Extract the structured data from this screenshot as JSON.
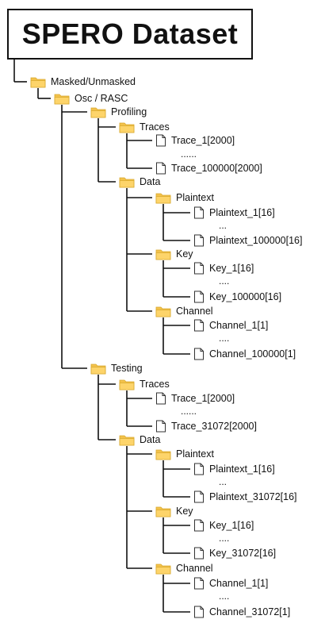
{
  "title": "SPERO Dataset",
  "colors": {
    "folder": "#fdd46a",
    "folder_tab": "#f3c24b",
    "folder_edge": "#d9a92e",
    "line": "#111111",
    "file_stroke": "#333333"
  },
  "tree": {
    "label": "Masked/Unmasked",
    "type": "folder",
    "children": [
      {
        "label": "Osc / RASC",
        "type": "folder",
        "children": [
          {
            "label": "Profiling",
            "type": "folder",
            "children": [
              {
                "label": "Traces",
                "type": "folder",
                "children": [
                  {
                    "label": "Trace_1[2000]",
                    "type": "file"
                  },
                  {
                    "type": "ellipsis",
                    "label": "......"
                  },
                  {
                    "label": "Trace_100000[2000]",
                    "type": "file"
                  }
                ]
              },
              {
                "label": "Data",
                "type": "folder",
                "children": [
                  {
                    "label": "Plaintext",
                    "type": "folder",
                    "children": [
                      {
                        "label": "Plaintext_1[16]",
                        "type": "file"
                      },
                      {
                        "type": "ellipsis",
                        "label": "..."
                      },
                      {
                        "label": "Plaintext_100000[16]",
                        "type": "file"
                      }
                    ]
                  },
                  {
                    "label": "Key",
                    "type": "folder",
                    "children": [
                      {
                        "label": "Key_1[16]",
                        "type": "file"
                      },
                      {
                        "type": "ellipsis",
                        "label": "...."
                      },
                      {
                        "label": "Key_100000[16]",
                        "type": "file"
                      }
                    ]
                  },
                  {
                    "label": "Channel",
                    "type": "folder",
                    "children": [
                      {
                        "label": "Channel_1[1]",
                        "type": "file"
                      },
                      {
                        "type": "ellipsis",
                        "label": "...."
                      },
                      {
                        "label": "Channel_100000[1]",
                        "type": "file"
                      }
                    ]
                  }
                ]
              }
            ]
          },
          {
            "label": "Testing",
            "type": "folder",
            "children": [
              {
                "label": "Traces",
                "type": "folder",
                "children": [
                  {
                    "label": "Trace_1[2000]",
                    "type": "file"
                  },
                  {
                    "type": "ellipsis",
                    "label": "......"
                  },
                  {
                    "label": "Trace_31072[2000]",
                    "type": "file"
                  }
                ]
              },
              {
                "label": "Data",
                "type": "folder",
                "children": [
                  {
                    "label": "Plaintext",
                    "type": "folder",
                    "children": [
                      {
                        "label": "Plaintext_1[16]",
                        "type": "file"
                      },
                      {
                        "type": "ellipsis",
                        "label": "..."
                      },
                      {
                        "label": "Plaintext_31072[16]",
                        "type": "file"
                      }
                    ]
                  },
                  {
                    "label": "Key",
                    "type": "folder",
                    "children": [
                      {
                        "label": "Key_1[16]",
                        "type": "file"
                      },
                      {
                        "type": "ellipsis",
                        "label": "...."
                      },
                      {
                        "label": "Key_31072[16]",
                        "type": "file"
                      }
                    ]
                  },
                  {
                    "label": "Channel",
                    "type": "folder",
                    "children": [
                      {
                        "label": "Channel_1[1]",
                        "type": "file"
                      },
                      {
                        "type": "ellipsis",
                        "label": "...."
                      },
                      {
                        "label": "Channel_31072[1]",
                        "type": "file"
                      }
                    ]
                  }
                ]
              }
            ]
          }
        ]
      }
    ]
  }
}
